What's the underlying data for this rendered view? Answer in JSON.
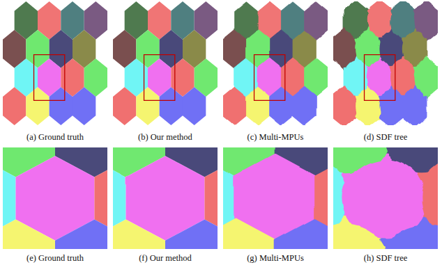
{
  "diagram": {
    "labels": [
      "(a) Ground truth",
      "(b) Our method",
      "(c) Multi-MPUs",
      "(d) SDF tree",
      "(e) Ground truth",
      "(f) Our method",
      "(g) Multi-MPUs",
      "(h) SDF tree"
    ]
  }
}
